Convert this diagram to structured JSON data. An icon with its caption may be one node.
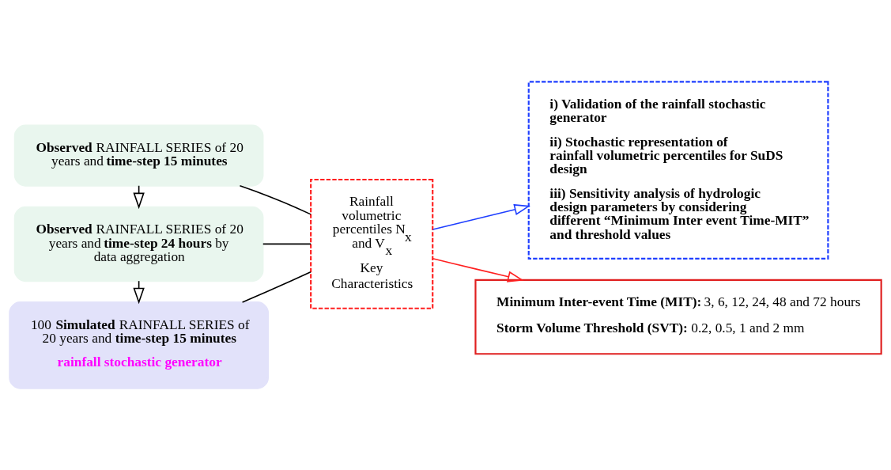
{
  "diagram": {
    "nodes": [
      {
        "text": [
          "**Observed** RAINFALL SERIES of 20 years and **time-step 15 minutes**"
        ]
      },
      {
        "text": [
          "**Observed** RAINFALL SERIES of 20 years and **time-step 24 hours** by data aggregation"
        ]
      },
      {
        "text": [
          "100 **Simulated** RAINFALL SERIES of 20 years and **time-step 15 minutes**",
          "rainfall stochastic generator"
        ]
      },
      {
        "text": [
          "Rainfall volumetric percentiles N$_{x}$ and V$_{x}$",
          "Key Characteristics"
        ]
      },
      {
        "text": [
          "i) Validation of the rainfall stochastic generator",
          "ii) Stochastic representation of rainfall volumetric percentiles for SuDS design",
          "iii) Sensitivity analysis of hydrologic design parameters by considering different “Minimum Inter event Time-MIT” and threshold values"
        ]
      },
      {
        "text": [
          "**Minimum Inter-event Time (MIT):** 3, 6, 12, 24, 48 and 72 hours",
          "**Storm Volume Threshold (SVT):** 0.2, 0.5, 1 and 2 mm"
        ]
      }
    ],
    "edges": [
      {
        "from": 0,
        "to": 1,
        "arrow": "to"
      },
      {
        "from": 1,
        "to": 2,
        "arrow": "to"
      },
      {
        "from": 0,
        "to": 3,
        "arrow": "none"
      },
      {
        "from": 1,
        "to": 3,
        "arrow": "none"
      },
      {
        "from": 2,
        "to": 3,
        "arrow": "none"
      },
      {
        "from": 3,
        "to": 4,
        "arrow": "to",
        "color": "#1f3fff"
      },
      {
        "from": 3,
        "to": 5,
        "arrow": "to",
        "color": "#ff2020"
      }
    ]
  }
}
